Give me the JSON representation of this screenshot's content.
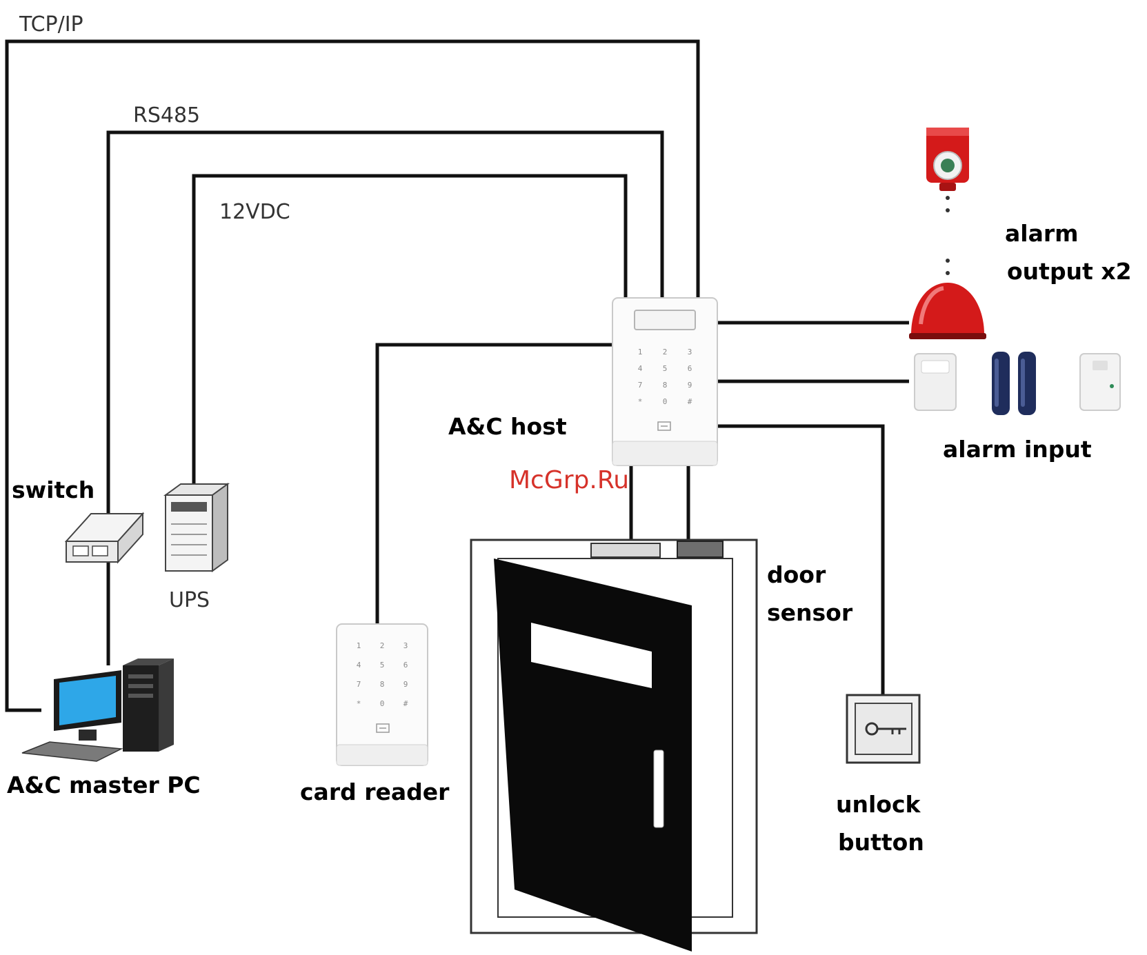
{
  "diagram": {
    "wire_labels": {
      "tcpip": "TCP/IP",
      "rs485": "RS485",
      "power": "12VDC"
    },
    "devices": {
      "host": "A&C host",
      "switch": "switch",
      "ups": "UPS",
      "master_pc": "A&C master PC",
      "card_reader": "card reader",
      "door_sensor_line1": "door",
      "door_sensor_line2": "sensor",
      "alarm_output_line1": "alarm",
      "alarm_output_line2": "output x2",
      "alarm_input": "alarm input",
      "unlock_button_line1": "unlock",
      "unlock_button_line2": "button"
    },
    "keypad_keys": [
      "1",
      "2",
      "3",
      "4",
      "5",
      "6",
      "7",
      "8",
      "9",
      "*",
      "0",
      "#"
    ],
    "watermark": "McGrp.Ru",
    "colors": {
      "wire": "#111111",
      "alarm_red": "#d41a1a",
      "monitor_blue": "#2ea7e8",
      "watermark": "#d6322a"
    }
  }
}
